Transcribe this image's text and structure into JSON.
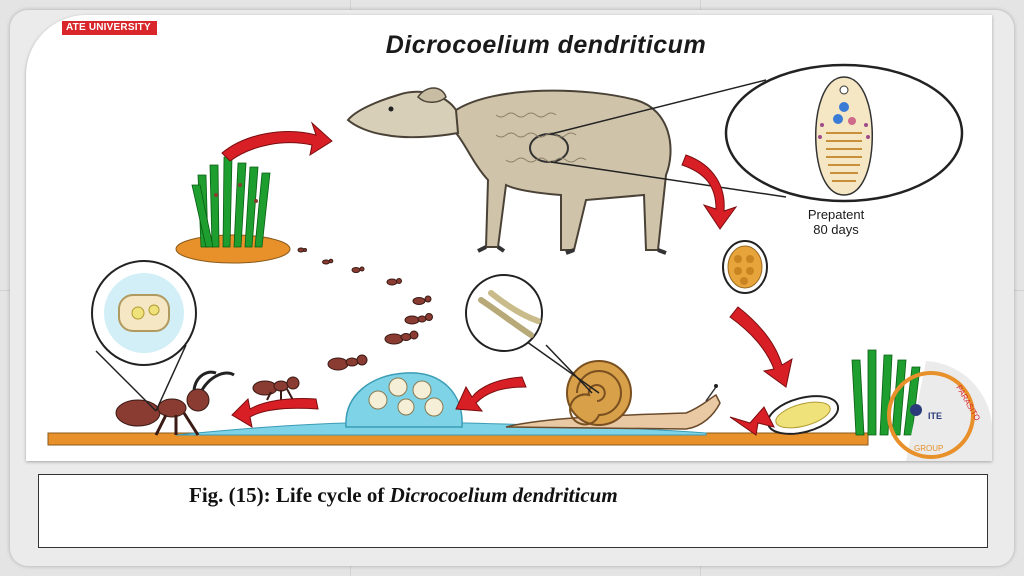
{
  "slide": {
    "university_banner": "ATE UNIVERSITY",
    "diagram_title": "Dicrocoelium dendriticum",
    "prepatent": {
      "line1": "Prepatent",
      "line2": "80 days"
    },
    "logo_text": {
      "top": "PARASITO",
      "middle": "ITE",
      "bottom": "GROUP"
    },
    "caption": {
      "prefix": "Fig. (15): Life cycle of ",
      "species": "Dicrocoelium dendriticum"
    }
  },
  "colors": {
    "arrow_red": "#d81f26",
    "ground_orange": "#e8902a",
    "sheep_body": "#cfc4aa",
    "grass_green": "#1e9e2e",
    "snail_shell": "#d9a04a",
    "slime_blue": "#7fd3e6",
    "ant_brown": "#8a3b32",
    "banner_red": "#d8262b"
  },
  "icons": [
    "sheep-icon",
    "grass-icon",
    "snail-icon",
    "ant-icon",
    "egg-icon",
    "fluke-icon",
    "cercariae-icon",
    "logo-icon"
  ]
}
